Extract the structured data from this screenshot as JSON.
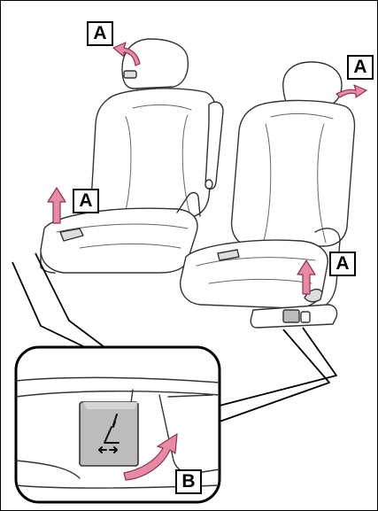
{
  "callouts": {
    "A_headrest_left": "A",
    "A_headrest_right": "A",
    "A_lever_left": "A",
    "A_lever_right": "A",
    "B_switch": "B"
  },
  "colors": {
    "arrow_fill": "#e88aa6",
    "arrow_stroke": "#8a3550",
    "button_fill": "#bcbcbc",
    "outline": "#000000",
    "seat_line": "#333333"
  },
  "icons": {
    "seat_switch": "seat-slide-icon",
    "arrows": "pink-lift-arrow"
  }
}
